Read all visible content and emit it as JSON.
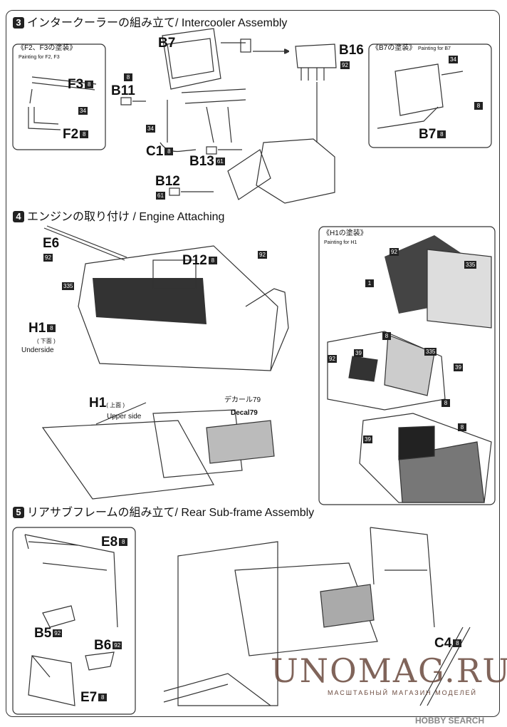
{
  "step3": {
    "number": "3",
    "title": "インタークーラーの組み立て/ Intercooler Assembly",
    "left_box": {
      "title": "《F2、F3の塗装》",
      "subtitle": "Painting for F2, F3",
      "parts": [
        {
          "name": "F3",
          "color": "8"
        },
        {
          "name": "F2",
          "color": "8"
        }
      ],
      "callout": "34"
    },
    "right_box": {
      "title": "《B7の塗装》",
      "subtitle": "Painting for B7",
      "callout_top": "34",
      "callout_right": "8",
      "part": {
        "name": "B7",
        "color": "8"
      }
    },
    "parts": {
      "b7": "B7",
      "b16": {
        "name": "B16",
        "color": "92"
      },
      "b11": {
        "name": "B11",
        "color": "8"
      },
      "c1": {
        "name": "C1",
        "color": "8",
        "callout": "34"
      },
      "b13": {
        "name": "B13",
        "color": "61"
      },
      "b12": {
        "name": "B12",
        "color": "61"
      }
    }
  },
  "step4": {
    "number": "4",
    "title": "エンジンの取り付け / Engine Attaching",
    "parts": {
      "e6": {
        "name": "E6",
        "color": "92"
      },
      "d12": {
        "name": "D12",
        "color": "8"
      },
      "strut_color": "92",
      "panel_color": "335",
      "h1_under": {
        "name": "H1",
        "color": "8",
        "jp": "( 下面 )",
        "en": "Underside"
      },
      "h1_upper": {
        "name": "H1",
        "jp": "( 上面 )",
        "en": "Upper side"
      },
      "decal_jp": "デカール",
      "decal_en": "Decal",
      "decal_no": "79"
    },
    "right_box": {
      "title": "《H1の塗装》",
      "subtitle": "Painting for H1",
      "callouts": [
        "92",
        "335",
        "1",
        "8",
        "92",
        "39",
        "335",
        "39",
        "8",
        "39",
        "8"
      ]
    }
  },
  "step5": {
    "number": "5",
    "title": "リアサブフレームの組み立て/ Rear Sub-frame Assembly",
    "parts": {
      "e8": {
        "name": "E8",
        "color": "8"
      },
      "b5": {
        "name": "B5",
        "color": "92"
      },
      "b6": {
        "name": "B6",
        "color": "92"
      },
      "e7": {
        "name": "E7",
        "color": "8"
      },
      "c4": {
        "name": "C4",
        "color": "8"
      }
    }
  },
  "watermark": {
    "brand": "UNOMAG.RU",
    "tagline": "МАСШТАБНЫЙ МАГАЗИН МОДЕЛЕЙ",
    "source": "HOBBY SEARCH"
  },
  "colors": {
    "ink": "#111111",
    "chip": "#222222",
    "watermark": "#6b4a3e"
  }
}
